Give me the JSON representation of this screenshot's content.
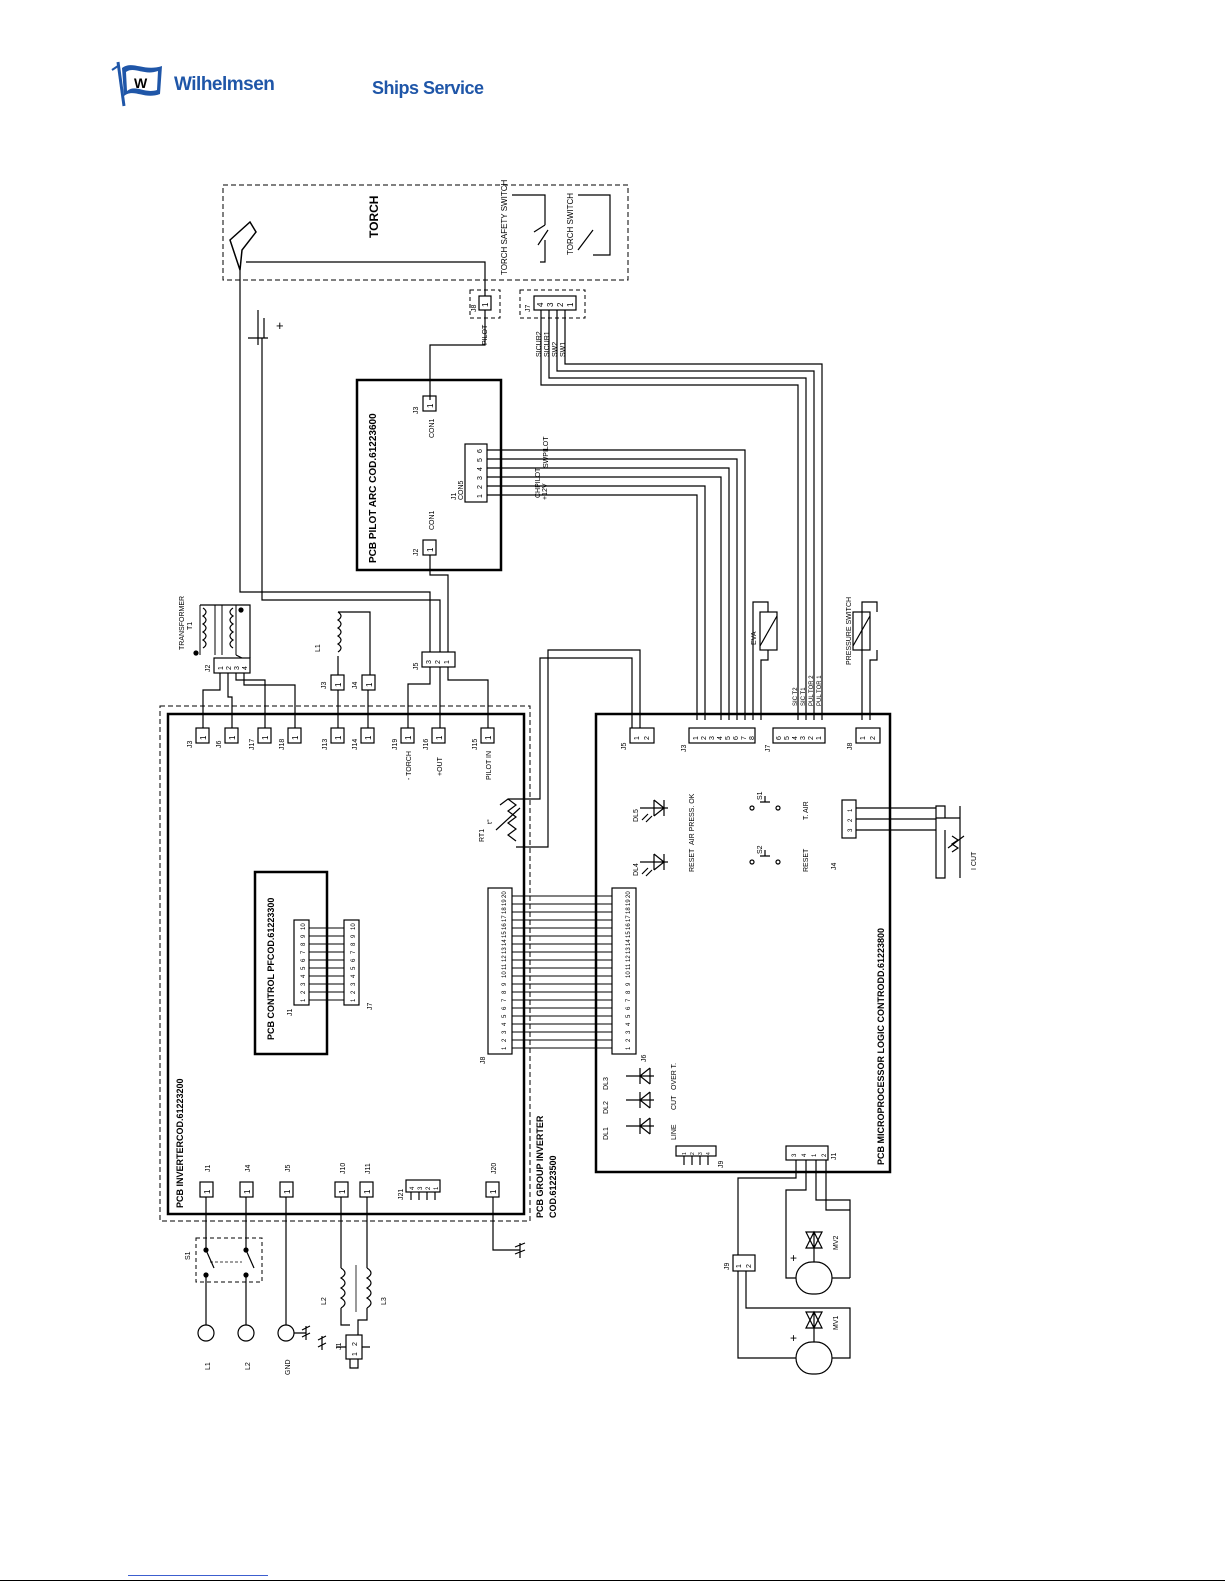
{
  "header": {
    "brand_name": "Wilhelmsen",
    "logo_letter": "W",
    "service_name": "Ships Service"
  },
  "diagram": {
    "torch": {
      "title": "TORCH",
      "safety_switch": "TORCH SAFETY SWITCH",
      "torch_switch": "TORCH SWITCH",
      "j8": "J8",
      "j7": "J7",
      "j7_pins": [
        "4",
        "3",
        "2",
        "1"
      ],
      "j8_pin": "1",
      "wire_labels": [
        "SICUR2",
        "SICUR1",
        "SW2",
        "SW1"
      ],
      "pilot": "PILOT"
    },
    "pilot_arc": {
      "title": "PCB PILOT ARC COD.61223600",
      "j3": "J3",
      "j2": "J2",
      "j1": "J1",
      "con1": "CON1",
      "con1b": "CON1",
      "con5": "CON5",
      "pins": [
        "1",
        "2",
        "3",
        "4",
        "5",
        "6"
      ],
      "pin1": "1",
      "sw_pilot": "SWPILOT",
      "ch_pilot": "CHPILOT",
      "v12": "+12V"
    },
    "transformer": {
      "label": "TRANSFORMER",
      "ref": "T1",
      "j2": "J2",
      "pins": [
        "1",
        "2",
        "3",
        "4"
      ]
    },
    "inductor": {
      "ref": "L1",
      "j3": "J3",
      "j4": "J4",
      "pin": "1"
    },
    "j5": {
      "ref": "J5",
      "pins": [
        "3",
        "2",
        "1"
      ]
    },
    "eva": "EVA",
    "pressure_switch": "PRESSURE SWITCH",
    "inverter": {
      "title": "PCB  INVERTERCOD.61223200",
      "group_line1": "PCB  GROUP INVERTER",
      "group_line2": "COD.61223500",
      "top_conn": [
        "J3",
        "J6",
        "J17",
        "J18",
        "J13",
        "J14",
        "J19",
        "J16",
        "J15"
      ],
      "top_sub": [
        "",
        "",
        "",
        "",
        "",
        "",
        "- TORCH",
        "+OUT",
        "PILOT IN"
      ],
      "bottom_conn": [
        "J1",
        "J4",
        "J5",
        "J10",
        "J11",
        "J21",
        "J20"
      ],
      "j21_pins": [
        "4",
        "3",
        "2",
        "1"
      ],
      "pin": "1",
      "j8": "J8",
      "rt1": "RT1",
      "rt1_t": "t°"
    },
    "pfc": {
      "title": "PCB CONTROL PFCOD.61223300",
      "j1": "J1",
      "j7": "J7",
      "pins": [
        "1",
        "2",
        "3",
        "4",
        "5",
        "6",
        "7",
        "8",
        "9",
        "10"
      ]
    },
    "ribbon_pins": [
      "1",
      "2",
      "3",
      "4",
      "5",
      "6",
      "7",
      "8",
      "9",
      "10",
      "11",
      "12",
      "13",
      "14",
      "15",
      "16",
      "17",
      "18",
      "19",
      "20"
    ],
    "micro": {
      "title": "PCB MICROPROCESSOR LOGIC CONTRODD.61223800",
      "j5": "J5",
      "j3": "J3",
      "j7": "J7",
      "j8": "J8",
      "j6": "J6",
      "j4": "J4",
      "j9": "J9",
      "j1": "J1",
      "j5_pins": [
        "1",
        "2"
      ],
      "j3_pins": [
        "1",
        "2",
        "3",
        "4",
        "5",
        "6",
        "7",
        "8"
      ],
      "j7_pins": [
        "6",
        "5",
        "4",
        "3",
        "2",
        "1"
      ],
      "j8_pins": [
        "1",
        "2"
      ],
      "j7_labels": [
        "SIC T2",
        "SIC T1",
        "PUL TOR 2",
        "PUL TOR 1"
      ],
      "j4_pins": [
        "1",
        "2",
        "3"
      ],
      "j9_pins": [
        "1",
        "2",
        "3",
        "4"
      ],
      "j1_pins": [
        "3",
        "4",
        "1",
        "2"
      ],
      "dl5": "DL5",
      "dl4": "DL4",
      "dl3": "DL3",
      "dl2": "DL2",
      "dl1": "DL1",
      "air_ok": "AIR PRESS. OK",
      "reset1": "RESET",
      "s1": "S1",
      "s2": "S2",
      "t_air": "T. AIR",
      "reset2": "RESET",
      "line": "LINE",
      "cut": "CUT",
      "over_t": "OVER T.",
      "i_cut": "I CUT"
    },
    "mains": {
      "s1": "S1",
      "l1": "L1",
      "l2": "L2",
      "gnd": "GND",
      "coil2": "L2",
      "coil3": "L3",
      "j1": "J1",
      "j1_pins": [
        "2",
        "1"
      ]
    },
    "valves": {
      "j9": "J9",
      "j9_pins": [
        "1",
        "2"
      ],
      "mv1": "MV1",
      "mv2": "MV2",
      "plus": "+"
    },
    "plus": "+"
  }
}
